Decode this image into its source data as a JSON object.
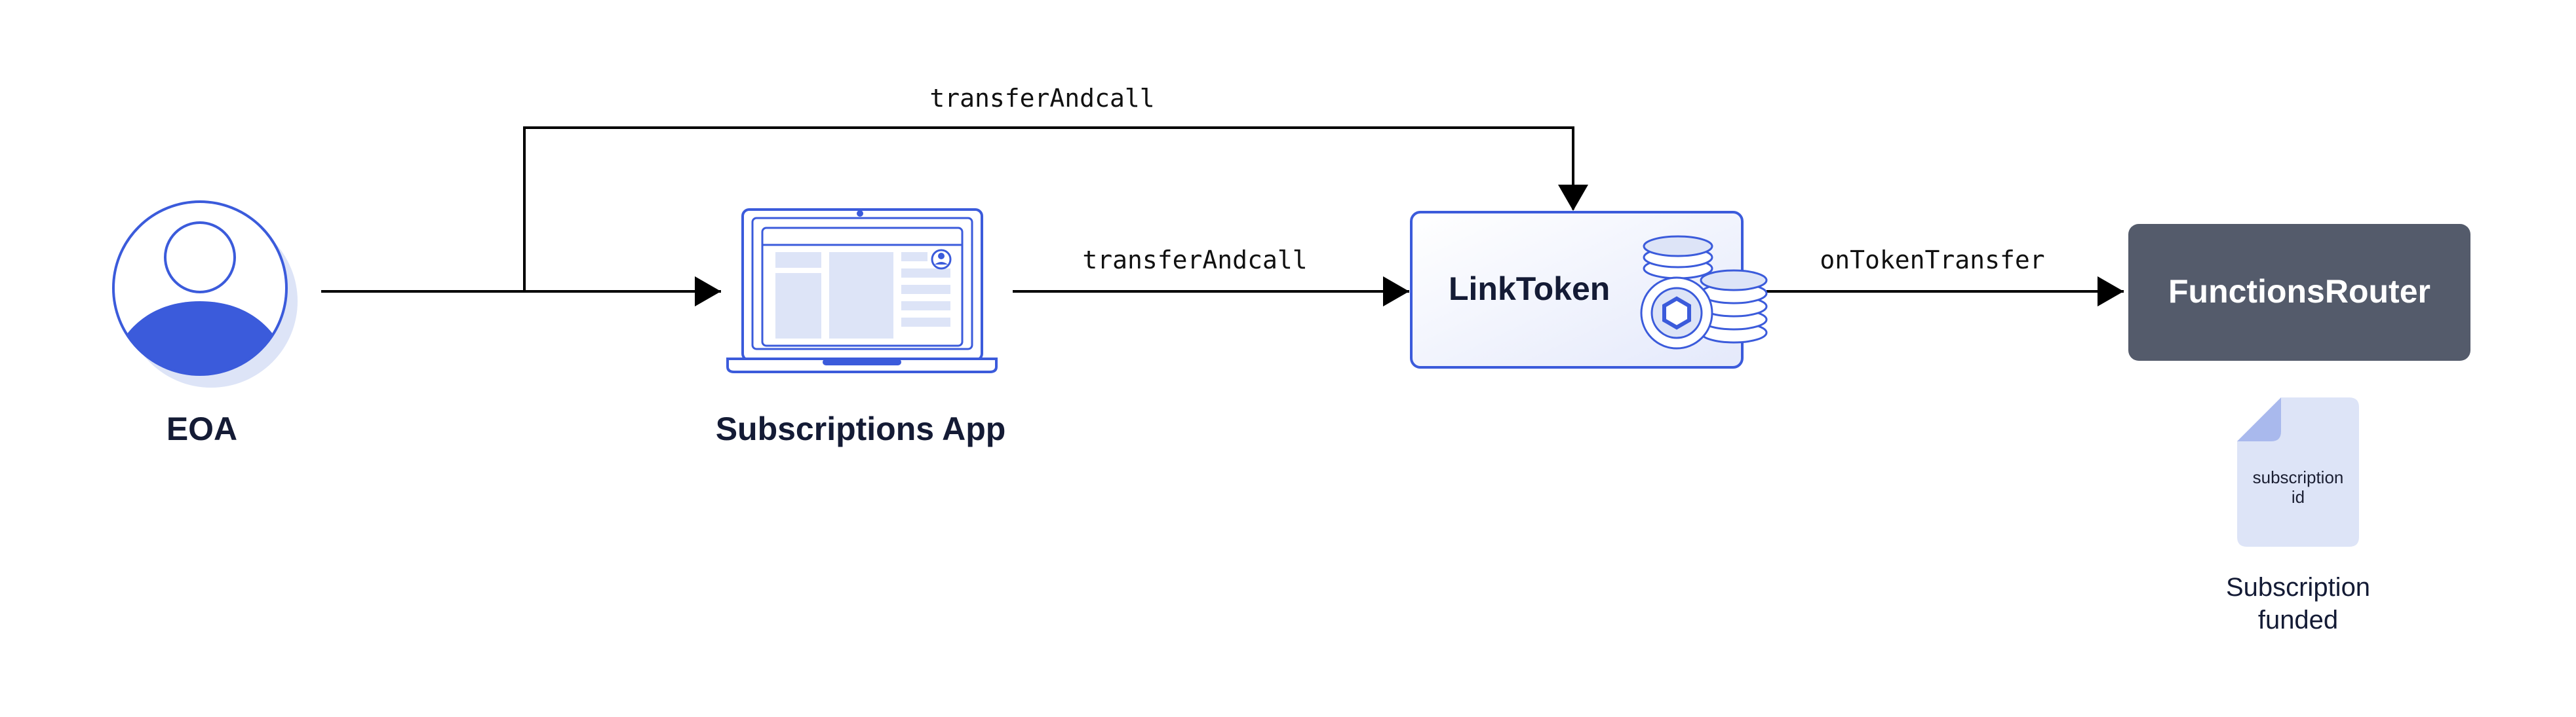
{
  "nodes": {
    "eoa": {
      "label": "EOA"
    },
    "subscriptions_app": {
      "label": "Subscriptions App"
    },
    "link_token": {
      "label": "LinkToken"
    },
    "functions_router": {
      "label": "FunctionsRouter"
    }
  },
  "edges": {
    "eoa_to_link_token": {
      "label": "transferAndcall"
    },
    "app_to_link_token": {
      "label": "transferAndcall"
    },
    "link_token_to_router": {
      "label": "onTokenTransfer"
    }
  },
  "document": {
    "line1": "subscription",
    "line2": "id"
  },
  "status": {
    "line1": "Subscription",
    "line2": "funded"
  },
  "colors": {
    "accent": "#3b5bdb",
    "router_fill": "#545b6b",
    "light_blue": "#dde4f7",
    "text_dark": "#141b35"
  },
  "icons": {
    "eoa": "user-avatar-icon",
    "app": "laptop-icon",
    "coins": "link-coin-stack-icon",
    "document": "document-icon"
  }
}
